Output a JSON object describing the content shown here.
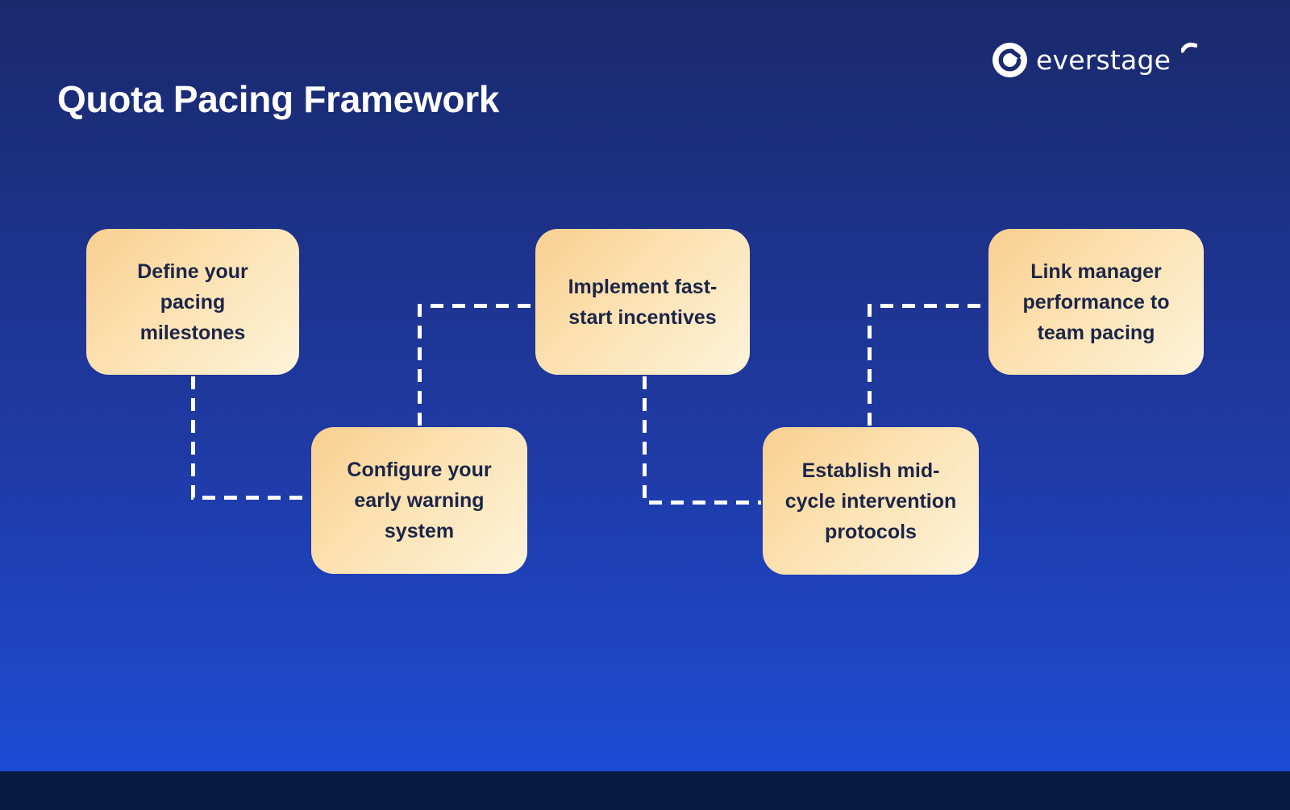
{
  "page": {
    "title": "Quota Pacing Framework"
  },
  "brand": {
    "name": "everstage"
  },
  "colors": {
    "background_top": "#1a296c",
    "background_bottom": "#1d4bd4",
    "footer_strip": "#071a41",
    "card_gradient_start": "#f8cf90",
    "card_gradient_end": "#fdf3da",
    "card_text": "#1c2548",
    "title_text": "#ffffff",
    "connector": "#ffffff",
    "logo_navy": "#1b2a6e"
  },
  "diagram": {
    "type": "flow",
    "steps": [
      {
        "id": 1,
        "label": "Define your pacing milestones"
      },
      {
        "id": 2,
        "label": "Configure your early warning system"
      },
      {
        "id": 3,
        "label": "Implement fast-start incentives"
      },
      {
        "id": 4,
        "label": "Establish mid-cycle intervention protocols"
      },
      {
        "id": 5,
        "label": "Link manager performance to team pacing"
      }
    ],
    "connections": [
      {
        "from": 1,
        "to": 2,
        "style": "dashed"
      },
      {
        "from": 2,
        "to": 3,
        "style": "dashed"
      },
      {
        "from": 3,
        "to": 4,
        "style": "dashed"
      },
      {
        "from": 4,
        "to": 5,
        "style": "dashed"
      }
    ]
  }
}
